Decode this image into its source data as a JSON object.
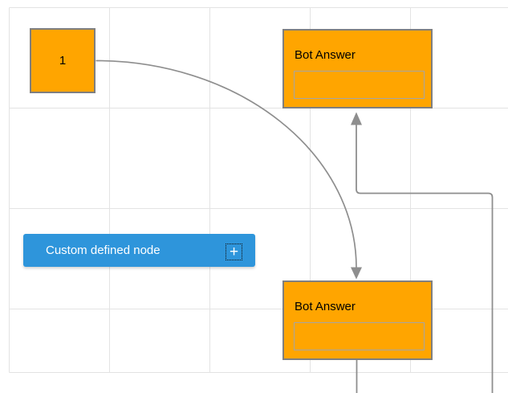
{
  "diagram": {
    "nodes": {
      "start_node": {
        "label": "1"
      },
      "bot_answer_top": {
        "title": "Bot Answer",
        "field_value": ""
      },
      "bot_answer_bottom": {
        "title": "Bot Answer",
        "field_value": ""
      },
      "custom_node": {
        "label": "Custom defined node",
        "plus_icon": "+"
      }
    },
    "colors": {
      "node_orange": "#FFA500",
      "node_border_gray": "#7F7F7F",
      "field_border_gray": "#A5A5A5",
      "custom_node_blue": "#2E95DB",
      "custom_node_text": "#FFFFFF",
      "link_gray": "#8E8E8E",
      "grid_line_gray": "#E3E3E3",
      "canvas_background": "#FFFFFF",
      "node_title_text": "#000000"
    }
  }
}
